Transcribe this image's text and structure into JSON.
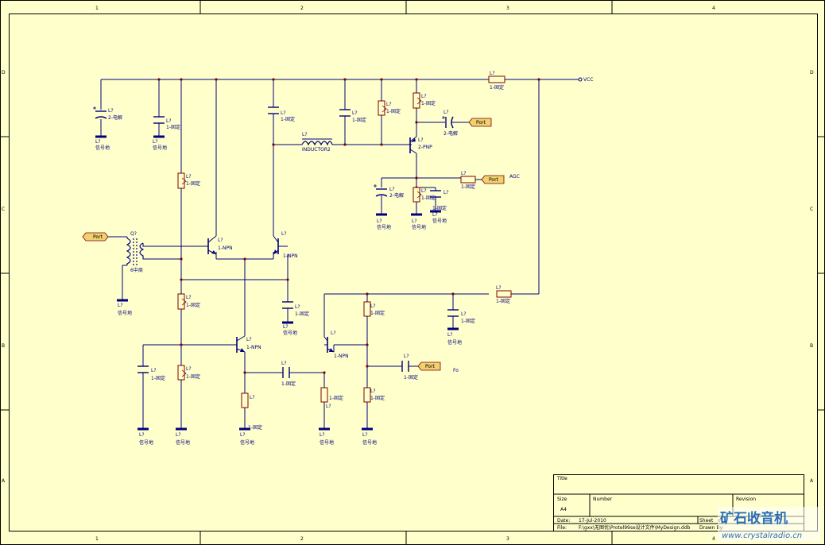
{
  "borders": {
    "columns": [
      "1",
      "2",
      "3",
      "4"
    ],
    "rows": [
      "D",
      "C",
      "B",
      "A"
    ]
  },
  "nets": {
    "vcc_label": "VCC",
    "agc_label": "AGC",
    "fo_label": "Fo",
    "port_label": "Port"
  },
  "parts": {
    "designator": "L?",
    "resistor": "1-固定",
    "cap_fixed": "1-固定",
    "cap_electrolytic": "2-电解",
    "npn": "1-NPN",
    "pnp": "2-PNP",
    "inductor": "INDUCTOR2",
    "if_transformer": "6中周",
    "transformer_designator": "Q?",
    "ground": "信号地"
  },
  "title_block": {
    "title_label": "Title",
    "size_label": "Size",
    "size_value": "A4",
    "number_label": "Number",
    "revision_label": "Revision",
    "date_label": "Date:",
    "date_value": "17-Jul-2010",
    "sheet_label": "Sheet",
    "sheet_value": "of",
    "file_label": "File:",
    "file_value": "F:\\gxx\\无图忧\\Protel99se设计文件\\MyDesign.ddb",
    "drawn_label": "Drawn By:"
  },
  "watermark": {
    "cn": "矿石收音机",
    "url": "www.crystalradio.cn"
  },
  "colors": {
    "paper": "#ffffcc",
    "wire": "#000080",
    "port_fill": "#f0d070",
    "ground": "#000080",
    "junction": "#800000"
  }
}
